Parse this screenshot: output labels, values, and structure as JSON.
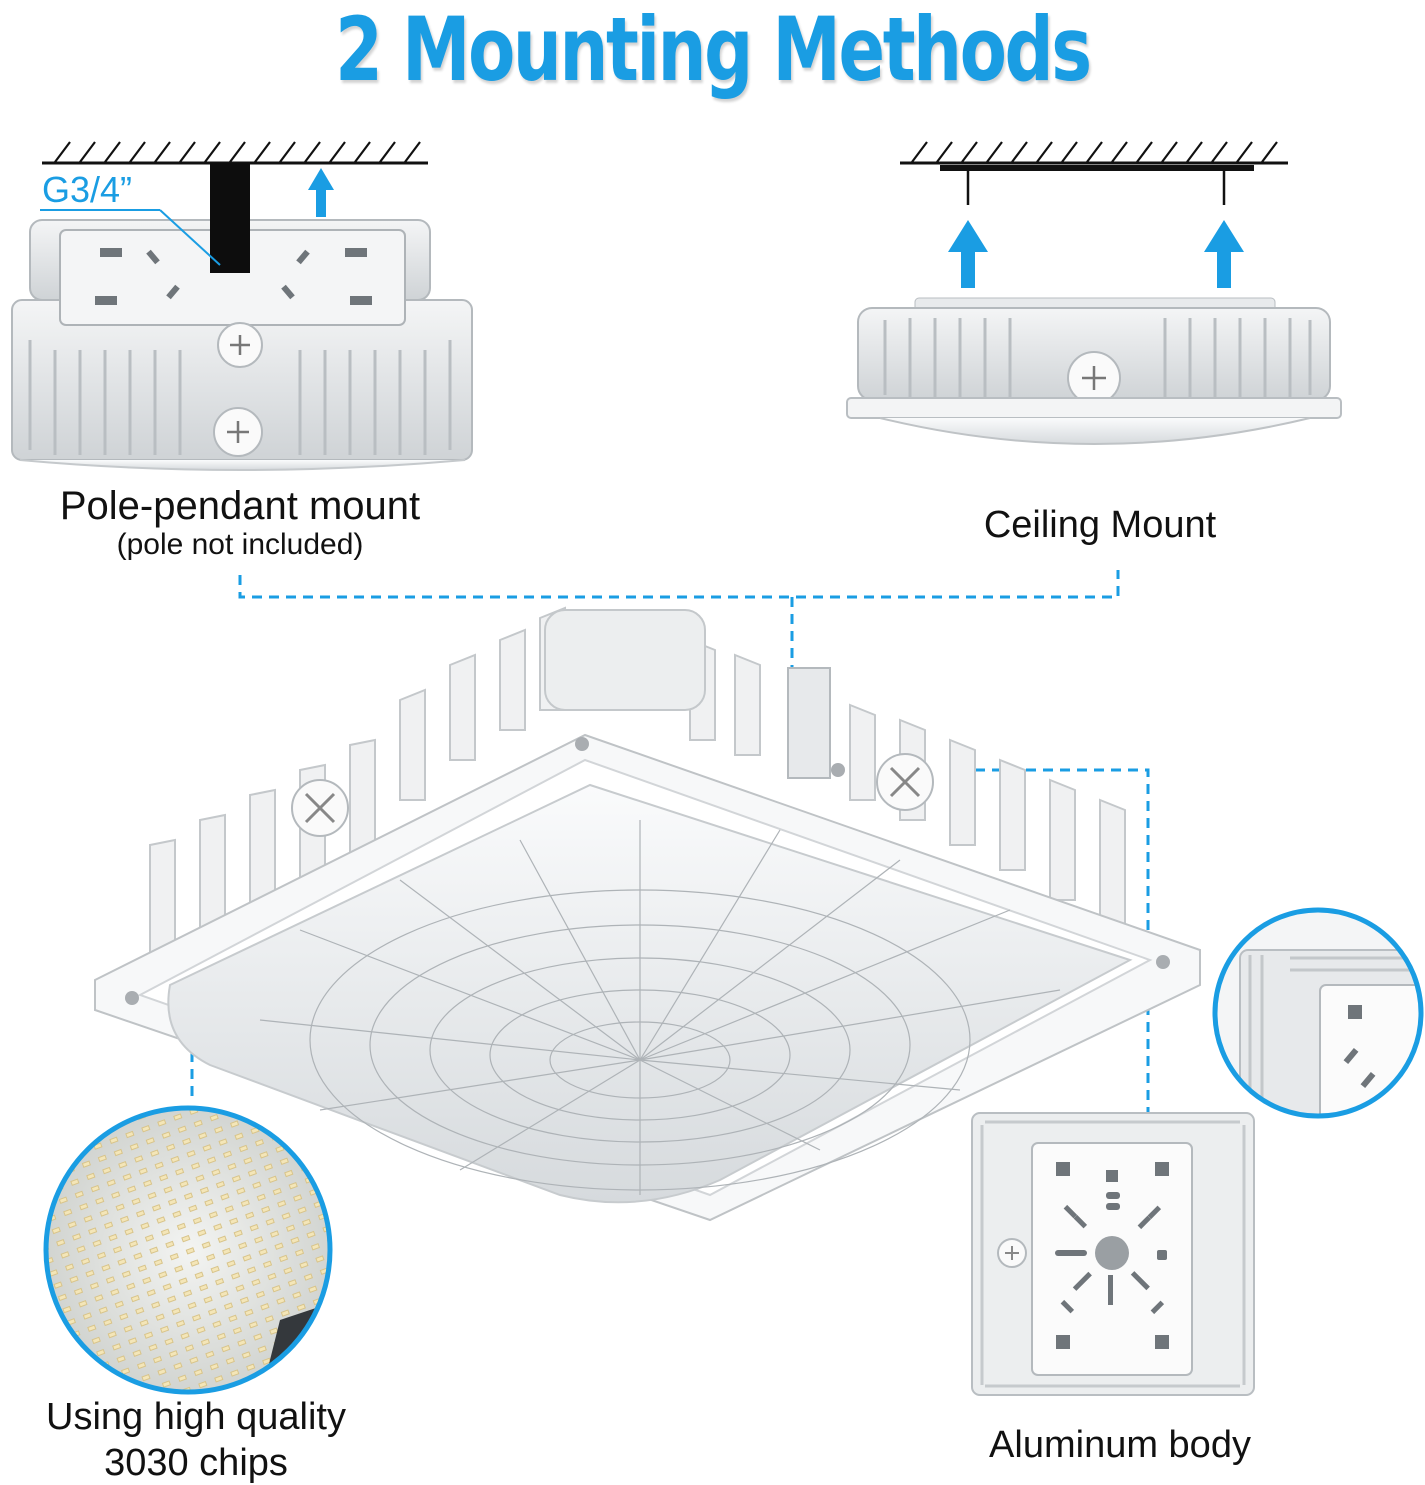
{
  "title": "2 Mounting Methods",
  "pole_mount": {
    "thread_label": "G3/4”",
    "caption": "Pole-pendant mount",
    "note": "(pole not included)"
  },
  "ceiling_mount": {
    "caption": "Ceiling Mount"
  },
  "chips": {
    "caption_line1": "Using high quality",
    "caption_line2": "3030 chips"
  },
  "body": {
    "caption": "Aluminum body"
  },
  "colors": {
    "accent": "#1a9de3",
    "fixture": "#e6e8ea",
    "outline": "#9aa0a6"
  },
  "icons": [
    "arrow-up-icon",
    "ceiling-hatch",
    "pole-pipe",
    "led-chip-board",
    "aluminum-body-rear"
  ]
}
